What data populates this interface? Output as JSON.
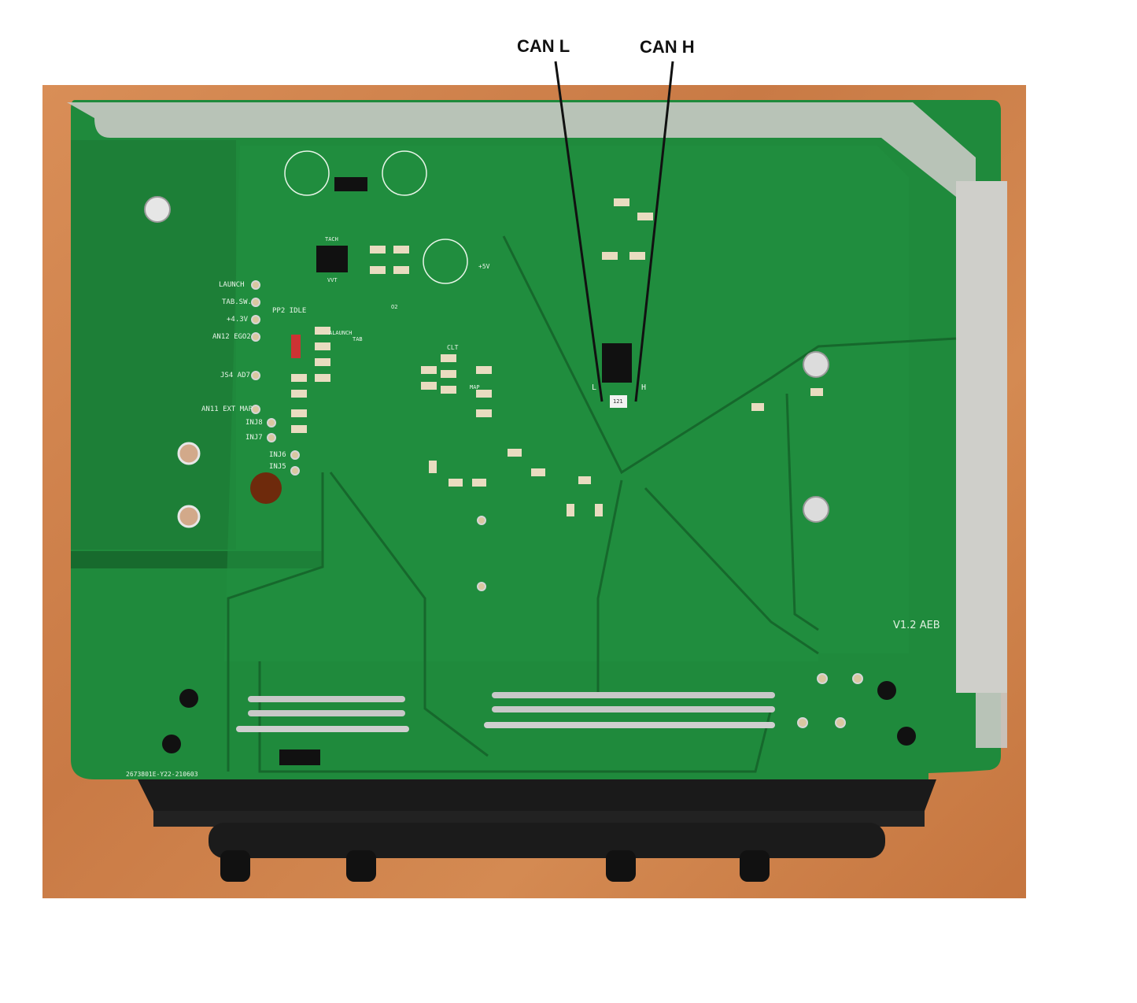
{
  "callouts": {
    "can_l": "CAN L",
    "can_h": "CAN H"
  },
  "silkscreen": {
    "launch": "LAUNCH",
    "tab_sw": "TAB.SW.",
    "v43": "+4.3V",
    "an12": "AN12 EGO2",
    "js4": "JS4 AD7",
    "an11": "AN11 EXT MAP",
    "inj8": "INJ8",
    "inj7": "INJ7",
    "inj6": "INJ6",
    "inj5": "INJ5",
    "pp2": "PP2 IDLE",
    "tach": "TACH",
    "vvt": "VVT",
    "o2": "O2",
    "v5": "+5V",
    "clt": "CLT",
    "map": "MAP",
    "tab": "TAB",
    "alaunch": "ALAUNCH",
    "l": "L",
    "h": "H",
    "ic": "121",
    "version": "V1.2 AEB",
    "serial": "2673801E-Y22-210603"
  },
  "colors": {
    "pcb_green": "#1f8a3c",
    "background_wood": "#d08750",
    "aluminum": "#c9c9c4"
  }
}
